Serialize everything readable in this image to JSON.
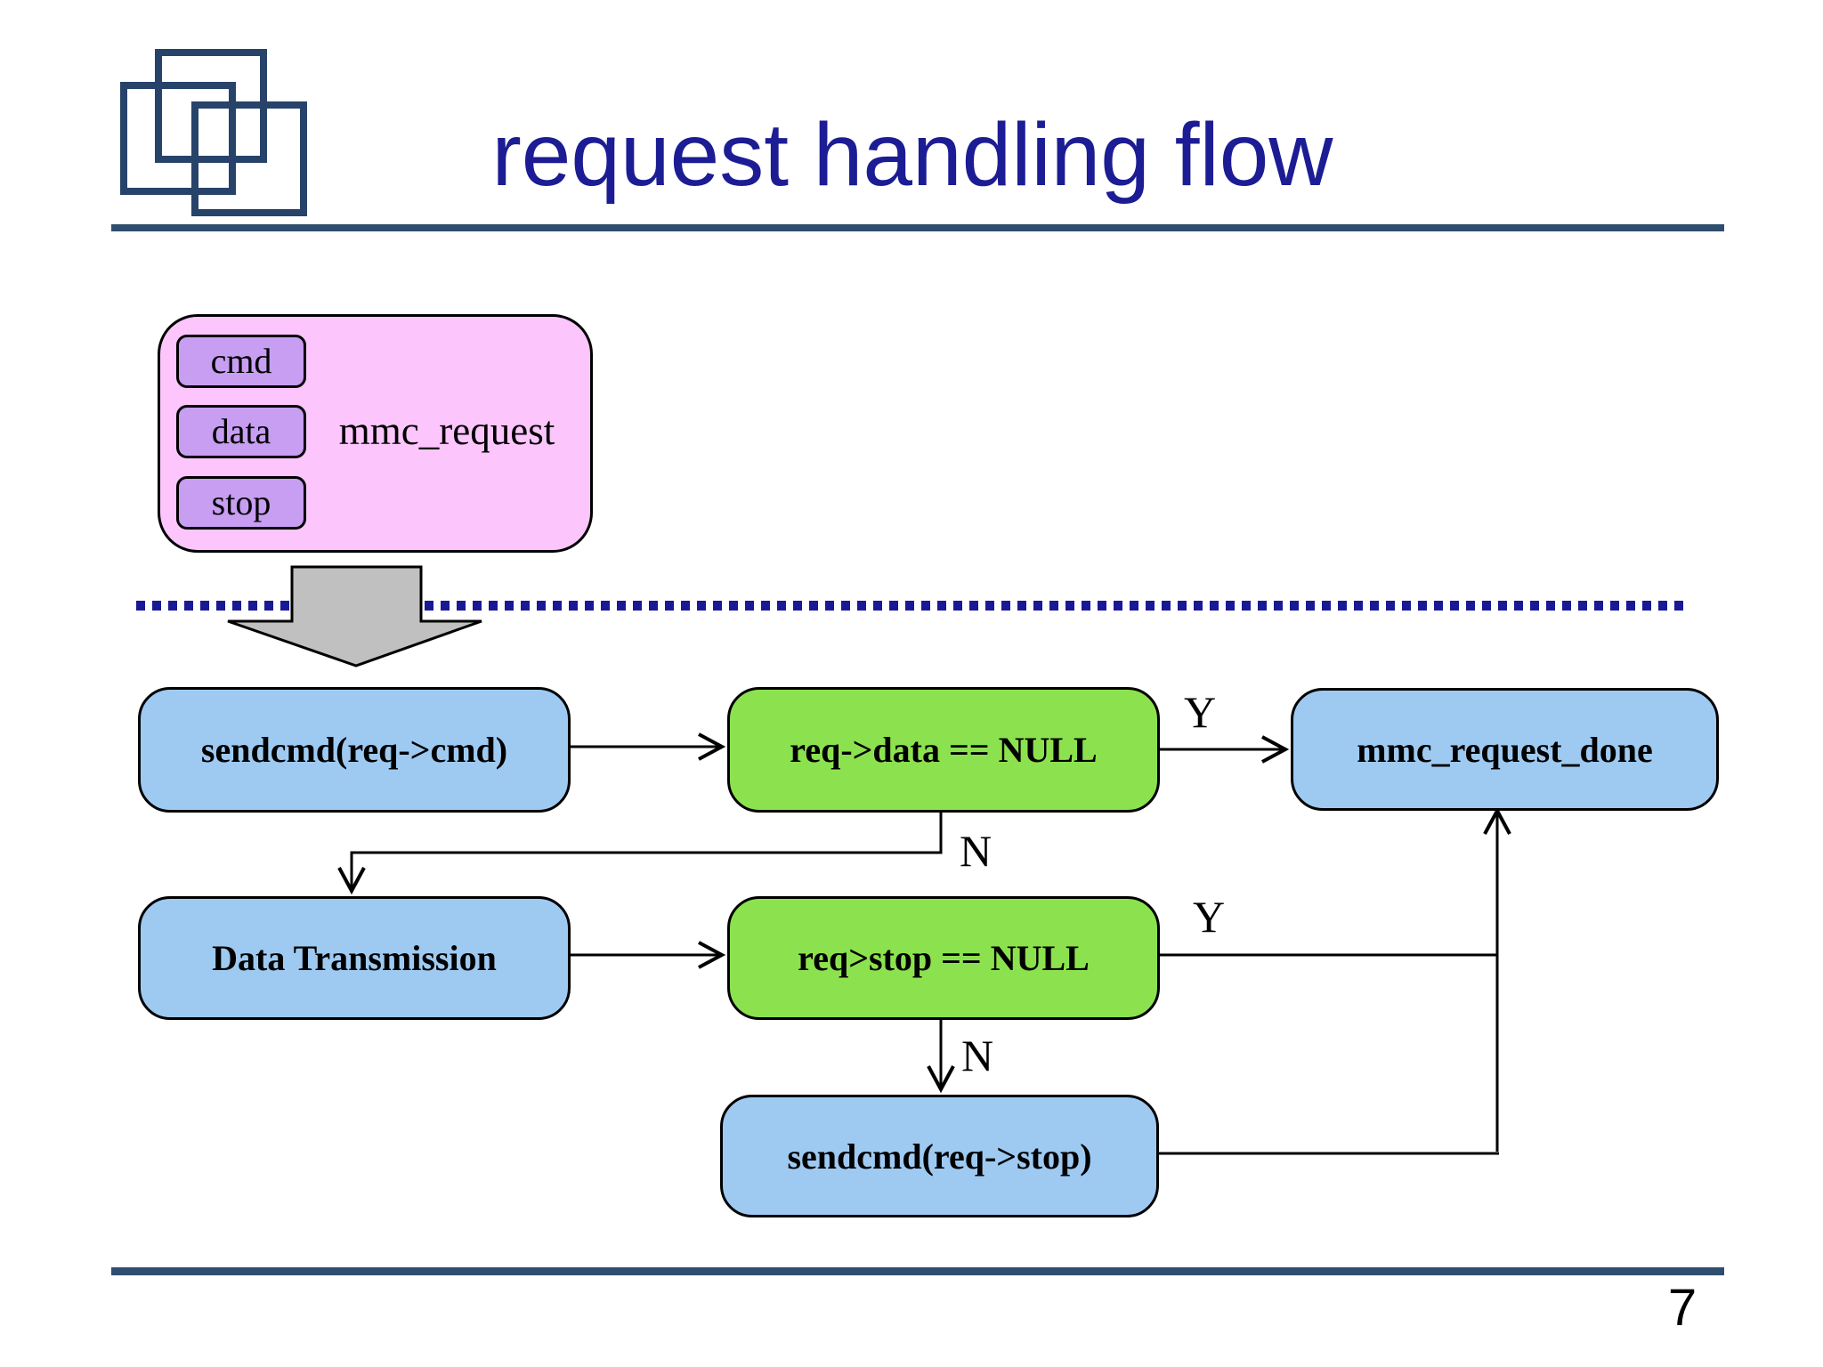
{
  "slide": {
    "title": "request handling flow",
    "page_number": "7"
  },
  "struct_box": {
    "label": "mmc_request",
    "fields": [
      "cmd",
      "data",
      "stop"
    ]
  },
  "flow": {
    "nodes": {
      "sendcmd_cmd": "sendcmd(req->cmd)",
      "check_data": "req->data == NULL",
      "request_done": "mmc_request_done",
      "data_transmission": "Data Transmission",
      "check_stop": "req>stop == NULL",
      "sendcmd_stop": "sendcmd(req->stop)"
    },
    "branch_labels": {
      "yes": "Y",
      "no": "N"
    }
  },
  "colors": {
    "title_text": "#1c1c94",
    "rule_line": "#2f4d6e",
    "dotted_line": "#191996",
    "logo_outline": "#27436a",
    "struct_fill": "#fcc6fc",
    "field_fill": "#c79ef2",
    "process_fill": "#9ecaf2",
    "decision_fill": "#8ce24e",
    "block_arrow_fill": "#c0c0c0"
  }
}
